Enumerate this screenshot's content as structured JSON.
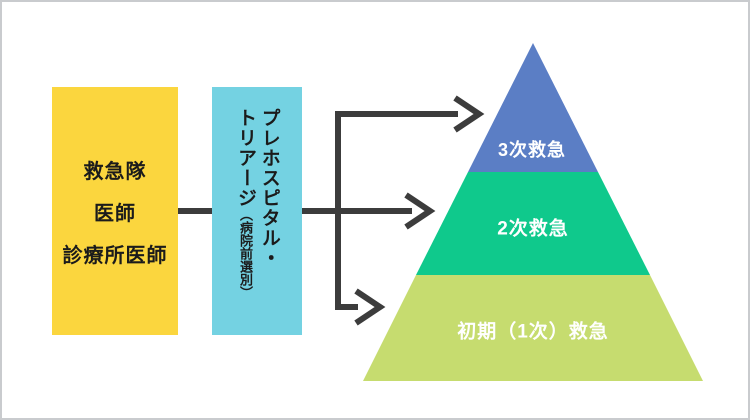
{
  "canvas": {
    "background": "#ffffff",
    "border_color": "#c9cbce"
  },
  "flow": {
    "arrow_color": "#3C3C3C",
    "source_box": {
      "bg_color": "#FBD63E",
      "text_color": "#1b1b1b",
      "lines": [
        "救急隊",
        "医師",
        "診療所医師"
      ]
    },
    "triage_box": {
      "bg_color": "#74D2E2",
      "text_color": "#1b1b1b",
      "title_col1": "プレホスピタル・",
      "title_col2": "トリアージ",
      "annotation": "（病院前選別）"
    }
  },
  "pyramid": {
    "label_color": "#ffffff",
    "levels": [
      {
        "rank": "3次",
        "label": "3次救急",
        "color": "#5B7EC5"
      },
      {
        "rank": "2次",
        "label": "2次救急",
        "color": "#0FC98C"
      },
      {
        "rank": "初期（1次）",
        "label": "初期（1次）救急",
        "color": "#C6DC6F"
      }
    ]
  }
}
